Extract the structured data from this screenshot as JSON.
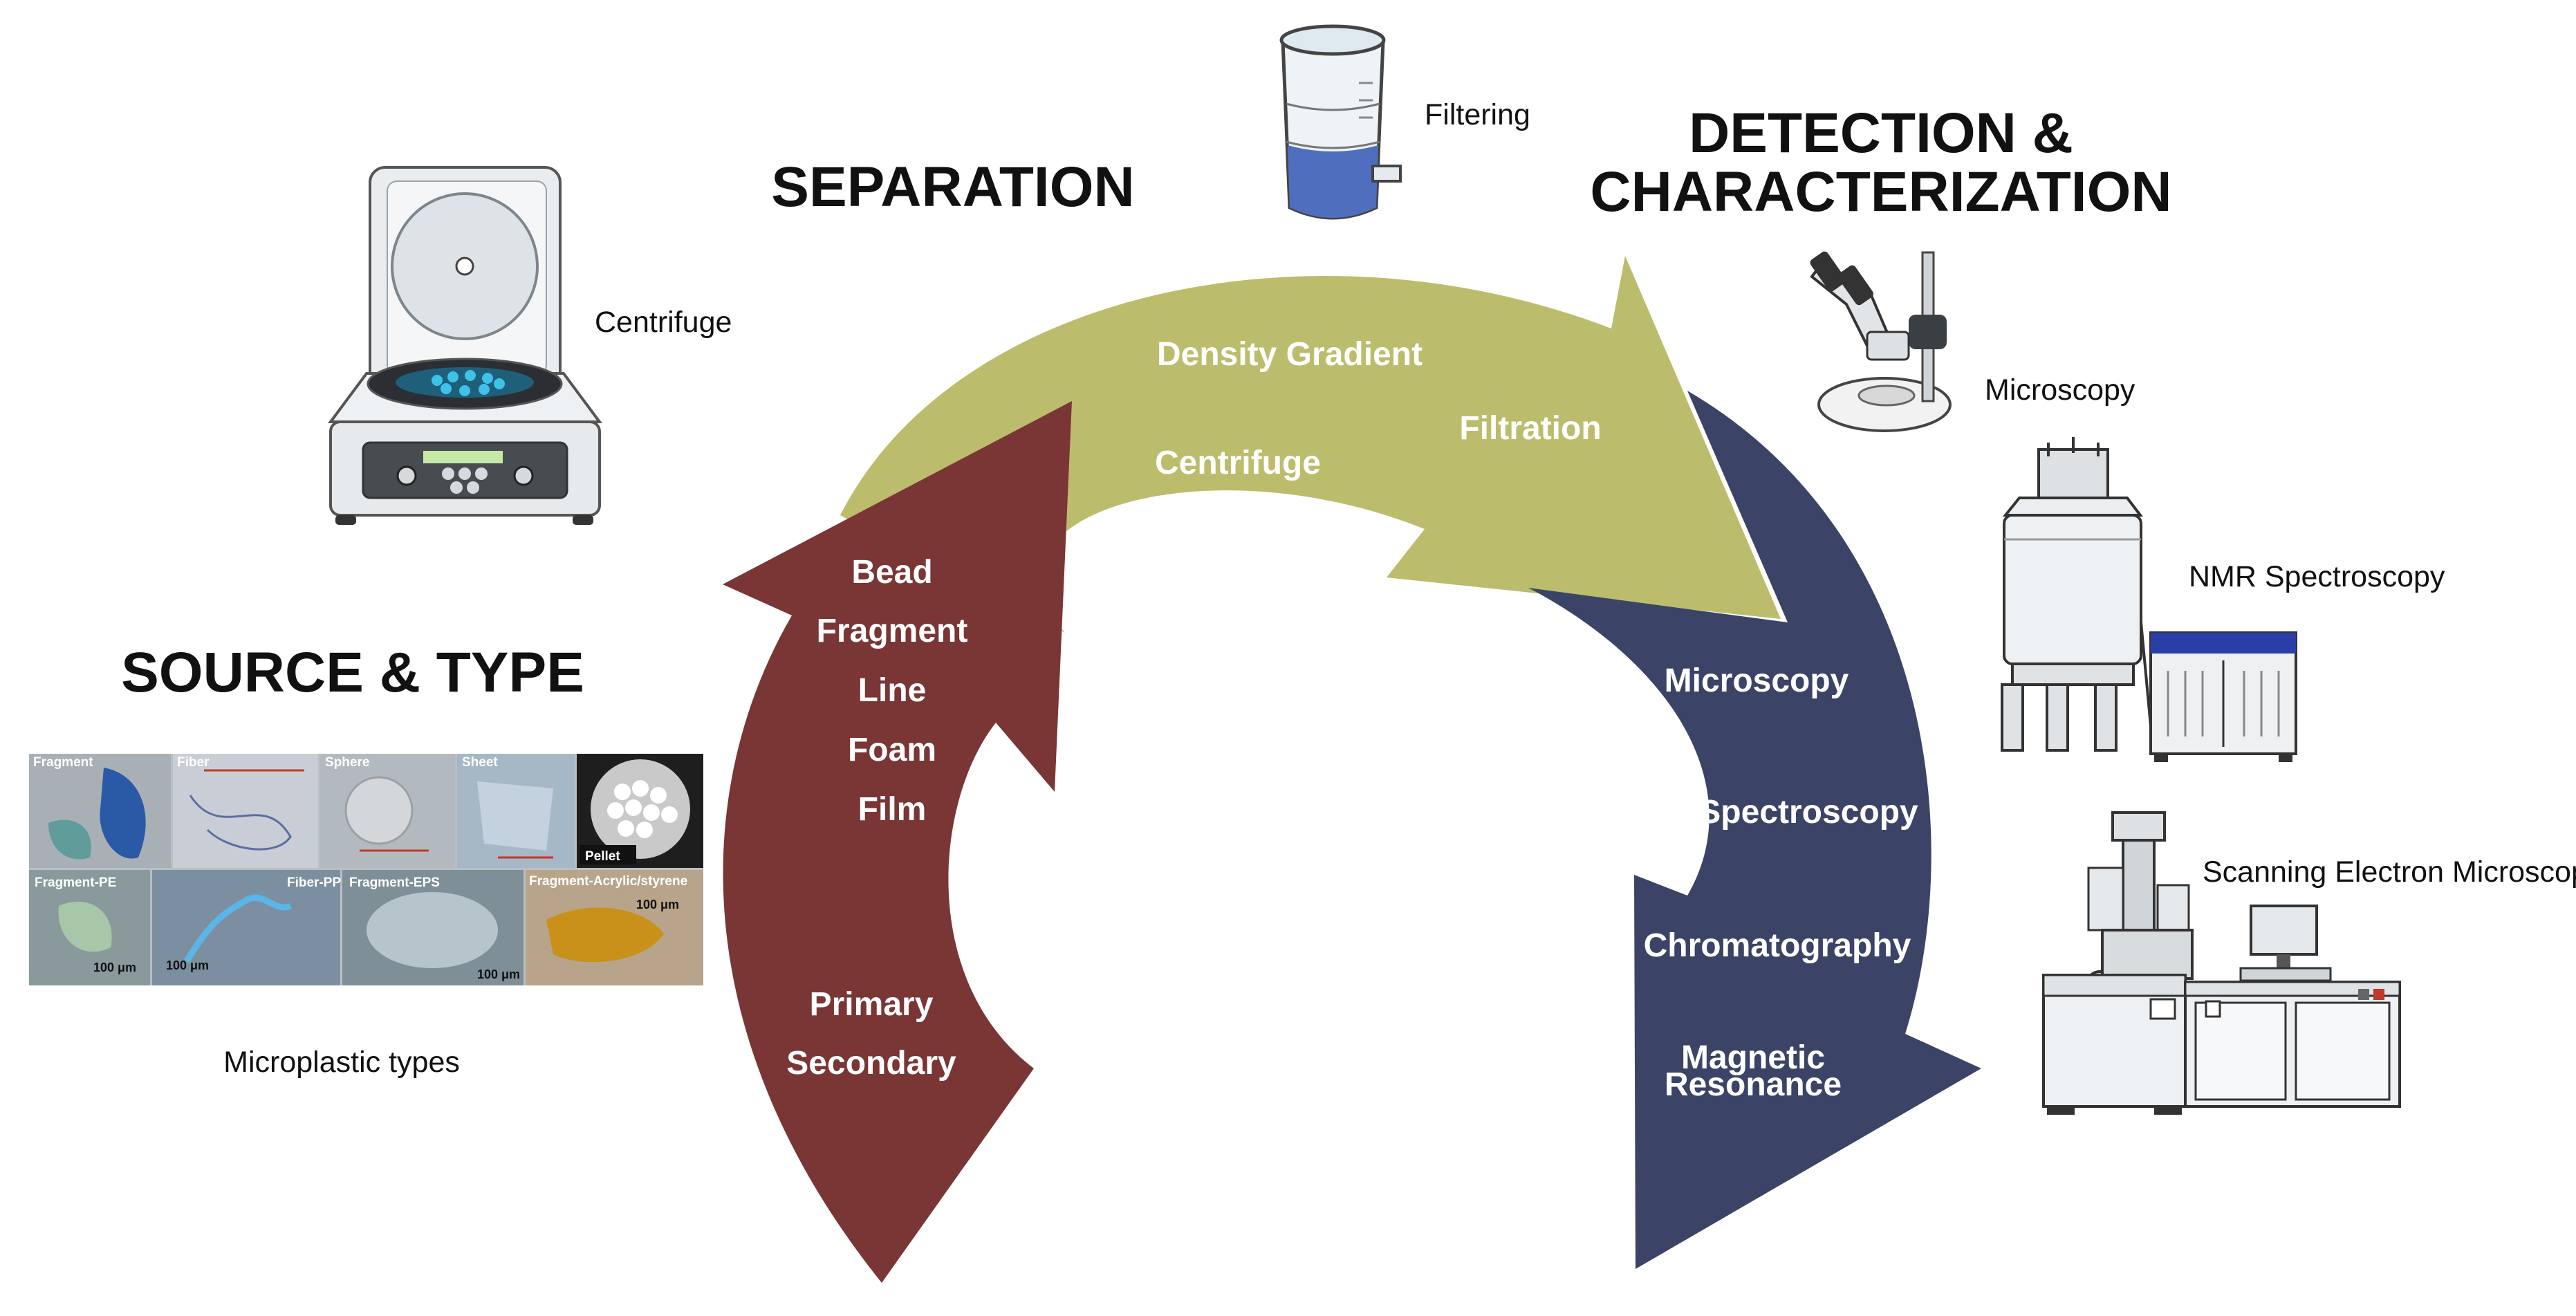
{
  "headings": {
    "source_type": "SOURCE & TYPE",
    "separation": "SEPARATION",
    "detection_line1": "DETECTION &",
    "detection_line2": "CHARACTERIZATION"
  },
  "source_type_arrow": {
    "color": "#7a3535",
    "items": [
      "Bead",
      "Fragment",
      "Line",
      "Foam",
      "Film",
      "Primary",
      "Secondary"
    ]
  },
  "separation_arrow": {
    "color": "#bcbd6c",
    "items": [
      "Density Gradient",
      "Centrifuge",
      "Filtration"
    ]
  },
  "detection_arrow": {
    "color": "#3b4466",
    "items": [
      "Microscopy",
      "Spectroscopy",
      "Chromatography"
    ],
    "magnetic_line1": "Magnetic",
    "magnetic_line2": "Resonance"
  },
  "equipment": {
    "centrifuge": "Centrifuge",
    "filtering": "Filtering",
    "microscopy": "Microscopy",
    "nmr": "NMR Spectroscopy",
    "sem": "Scanning Electron Microscopy"
  },
  "microplastic_photos": {
    "caption": "Microplastic types",
    "labels": [
      "Fragment",
      "Fiber",
      "Sphere",
      "Sheet",
      "Pellet",
      "Fragment-PE",
      "Fiber-PP",
      "Fragment-EPS",
      "Fragment-Acrylic/styrene"
    ],
    "scale_labels": [
      "100 μm",
      "100 μm",
      "100 μm",
      "100 μm"
    ]
  }
}
